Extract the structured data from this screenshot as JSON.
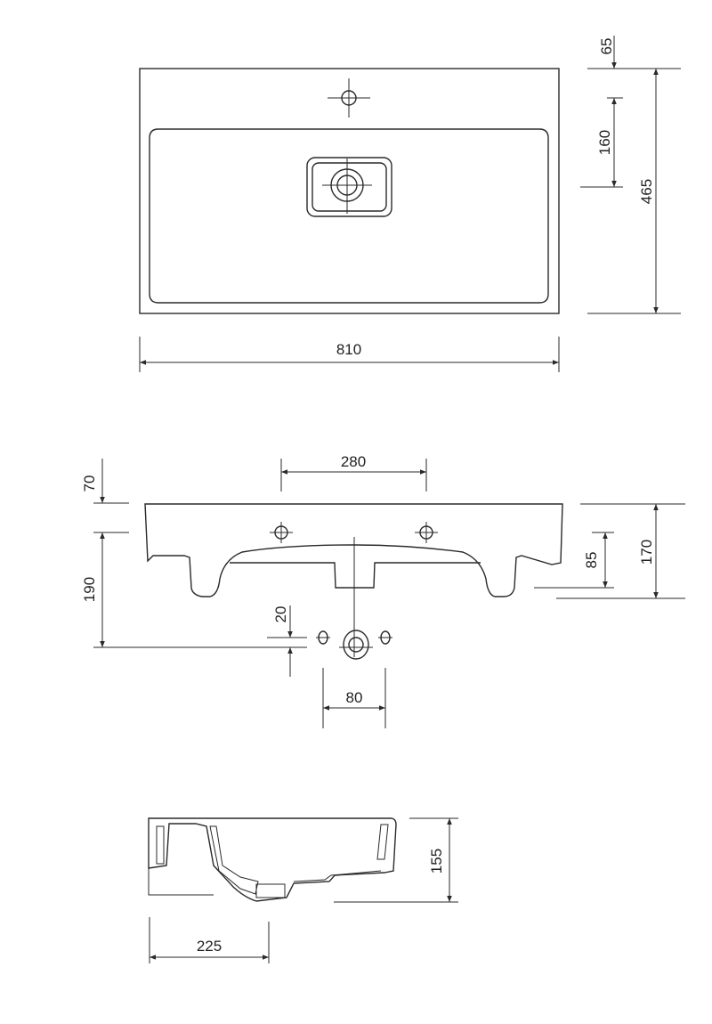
{
  "title": "Washbasin technical drawing",
  "top_view": {
    "dimensions": {
      "overall_width": "810",
      "overall_depth": "465",
      "rear_to_tap_hole": "65",
      "tap_hole_to_drain": "160"
    }
  },
  "front_view": {
    "dimensions": {
      "tap_hole_spacing": "280",
      "top_to_tap_holes": "70",
      "tap_holes_to_outlet": "190",
      "overall_height": "170",
      "underside_clearance": "85",
      "outlet_offset": "20",
      "fixing_spacing": "80"
    }
  },
  "side_view": {
    "dimensions": {
      "bowl_height": "155",
      "rear_to_drain": "225"
    }
  },
  "colors": {
    "line": "#2a2a2a",
    "background": "#ffffff"
  }
}
